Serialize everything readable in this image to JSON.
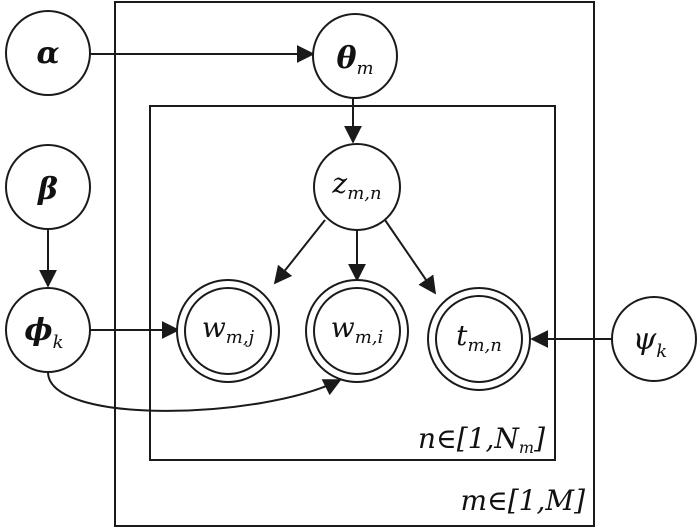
{
  "diagram": {
    "nodes": {
      "alpha": {
        "main": "α"
      },
      "theta": {
        "main": "θ",
        "sub": "m"
      },
      "beta": {
        "main": "β"
      },
      "z": {
        "main": "z",
        "sub": "m,n"
      },
      "phi": {
        "main": "ϕ",
        "sub": "k"
      },
      "w_j": {
        "main": "w",
        "sub": "m,j"
      },
      "w_i": {
        "main": "w",
        "sub": "m,i"
      },
      "t": {
        "main": "t",
        "sub": "m,n"
      },
      "psi": {
        "main": "ψ",
        "sub": "k"
      }
    },
    "plates": {
      "inner": {
        "prefix": "n∈[1,",
        "var": "N",
        "sub": "m",
        "suffix": "]"
      },
      "outer": {
        "label": "m∈[1,M]"
      }
    },
    "colors": {
      "stroke": "#1a1a1a",
      "fill": "#ffffff"
    }
  }
}
